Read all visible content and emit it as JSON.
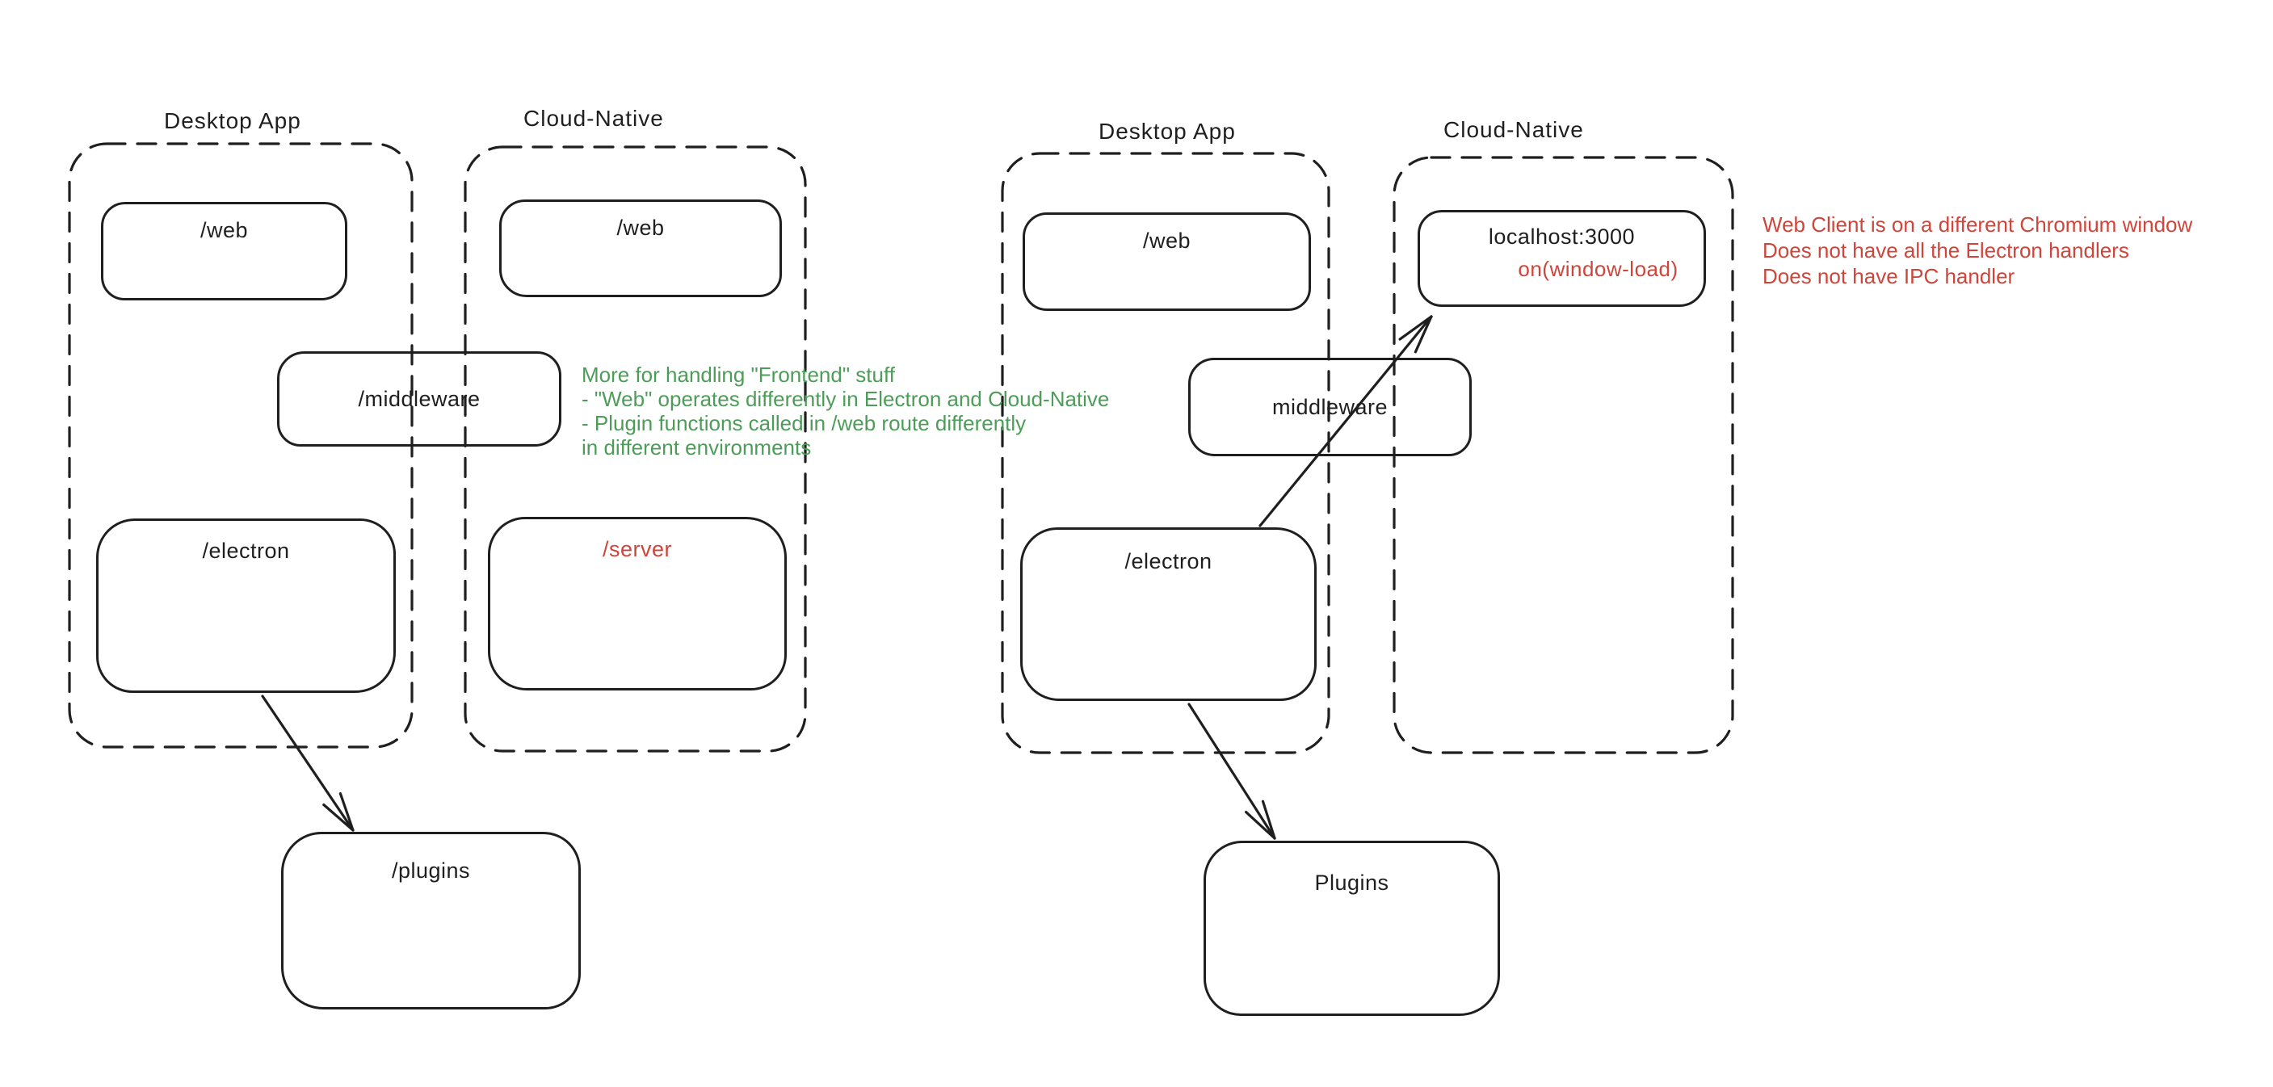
{
  "colors": {
    "ink": "#1f1f1f",
    "red": "#cd453b",
    "green": "#4e9c59",
    "canvas": "#ffffff"
  },
  "left_diagram": {
    "desktop": {
      "title": "Desktop App",
      "web": "/web",
      "electron": "/electron"
    },
    "cloud": {
      "title": "Cloud-Native",
      "web": "/web",
      "server": "/server"
    },
    "middleware": "/middleware",
    "plugins": "/plugins",
    "green_note": {
      "lines": [
        "More for handling \"Frontend\" stuff",
        "- \"Web\" operates differently in Electron and Cloud-Native",
        "- Plugin functions called in /web route differently",
        "in different environments"
      ]
    }
  },
  "right_diagram": {
    "desktop": {
      "title": "Desktop App",
      "web": "/web",
      "electron": "/electron"
    },
    "cloud": {
      "title": "Cloud-Native",
      "localhost": "localhost:3000",
      "window_event": "on(window-load)"
    },
    "middleware": "middleware",
    "plugins": "Plugins",
    "red_note": {
      "lines": [
        "Web Client is on a different Chromium window",
        "Does not have all the Electron handlers",
        "Does not have IPC handler"
      ]
    }
  }
}
